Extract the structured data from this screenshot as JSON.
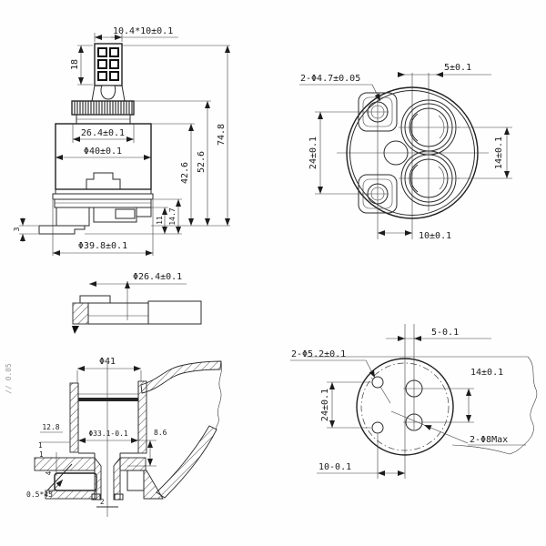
{
  "side_view": {
    "stem_section": "10.4*10±0.1",
    "stem_height": "18",
    "cap_width": "26.4±0.1",
    "body_diameter": "Φ40±0.1",
    "body_height": "42.6",
    "mid_height": "52.6",
    "total_height": "74.8",
    "foot_height": "11",
    "base_height": "14.7",
    "tab_thickness": "3",
    "base_diameter": "Φ39.8±0.1"
  },
  "bottom_view": {
    "port_offset": "5±0.1",
    "screw_note": "2-Φ4.7±0.05",
    "screw_pitch": "24±0.1",
    "port_pitch": "14±0.1",
    "screw_offset": "10±0.1"
  },
  "collar_view": {
    "diameter": "Φ26.4±0.1"
  },
  "section_view": {
    "bore": "Φ41",
    "seat_bore": "Φ33.1-0.1",
    "depth": "12.8",
    "step": "8.6",
    "chamfer": "0.5*45",
    "dim_1a": "1",
    "dim_1b": "1",
    "dim_4": "4",
    "dim_2": "2",
    "note": "// 0.05"
  },
  "hole_view": {
    "port_offset": "5-0.1",
    "screw_note": "2-Φ5.2±0.1",
    "screw_pitch": "24±0.1",
    "port_pitch": "14±0.1",
    "port_note": "2-Φ8Max",
    "screw_offset": "10-0.1"
  }
}
